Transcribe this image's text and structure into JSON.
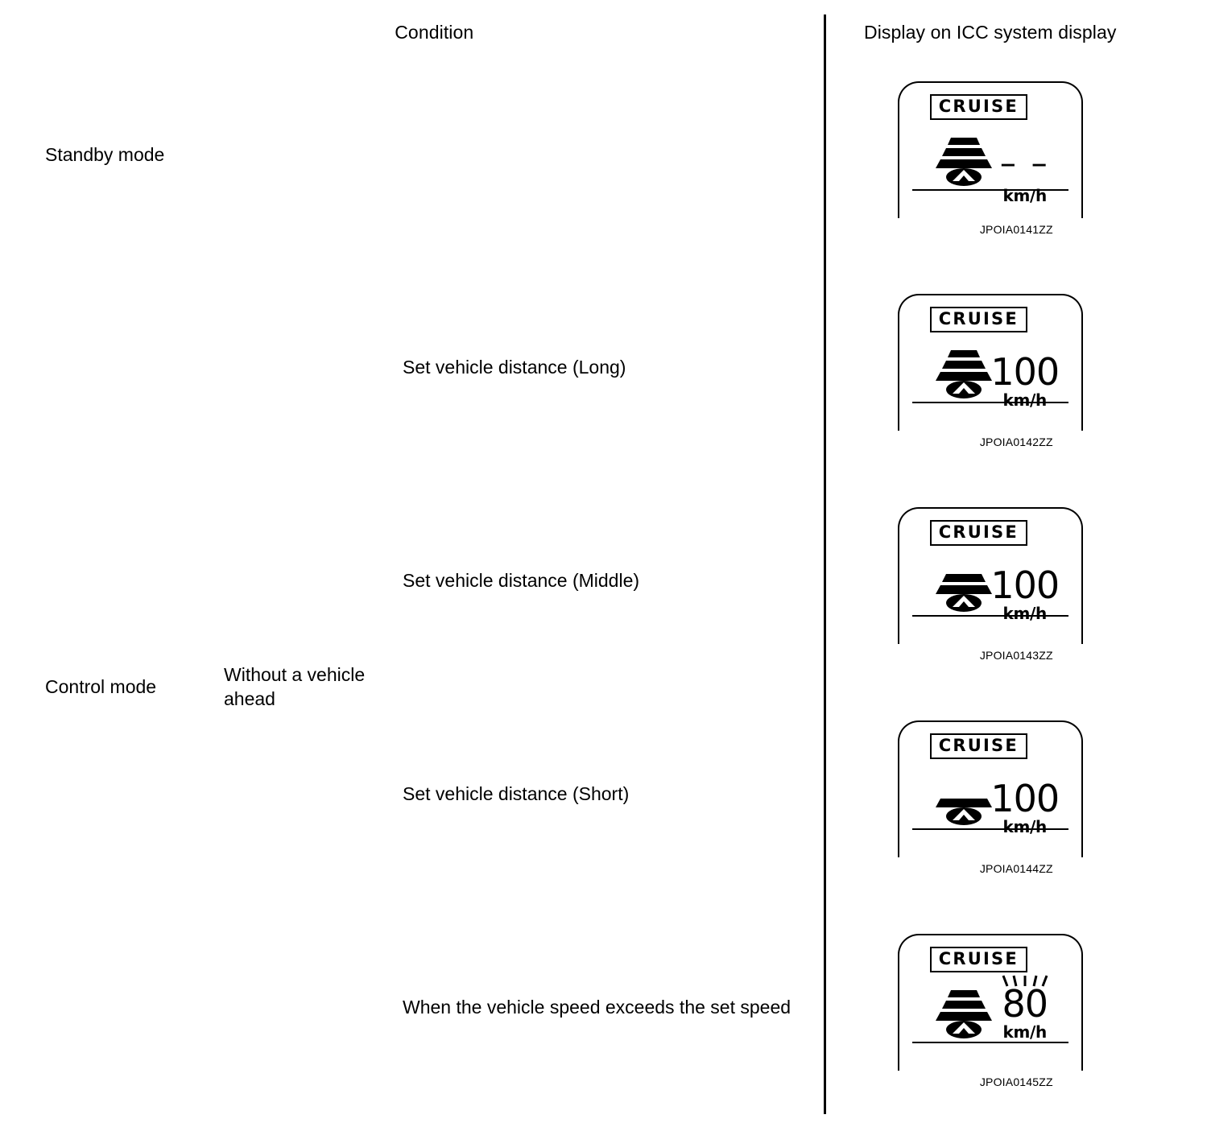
{
  "table": {
    "headers": {
      "condition": "Condition",
      "display": "Display on ICC system display"
    },
    "rows": [
      {
        "mode": "Standby mode",
        "submode": "",
        "condition": "",
        "display": {
          "badge": "CRUISE",
          "speed": "– –",
          "unit": "km/h",
          "bars": 3,
          "blinking": false,
          "figure_code": "JPOIA0141ZZ"
        }
      },
      {
        "mode": "Control mode",
        "submode": "Without a vehicle ahead",
        "condition": "Set vehicle distance (Long)",
        "display": {
          "badge": "CRUISE",
          "speed": "100",
          "unit": "km/h",
          "bars": 3,
          "blinking": false,
          "figure_code": "JPOIA0142ZZ"
        }
      },
      {
        "mode": "",
        "submode": "",
        "condition": "Set vehicle distance (Middle)",
        "display": {
          "badge": "CRUISE",
          "speed": "100",
          "unit": "km/h",
          "bars": 2,
          "blinking": false,
          "figure_code": "JPOIA0143ZZ"
        }
      },
      {
        "mode": "",
        "submode": "",
        "condition": "Set vehicle distance (Short)",
        "display": {
          "badge": "CRUISE",
          "speed": "100",
          "unit": "km/h",
          "bars": 1,
          "blinking": false,
          "figure_code": "JPOIA0144ZZ"
        }
      },
      {
        "mode": "",
        "submode": "",
        "condition": "When the vehicle speed exceeds the set speed",
        "display": {
          "badge": "CRUISE",
          "speed": "80",
          "unit": "km/h",
          "bars": 3,
          "blinking": true,
          "figure_code": "JPOIA0145ZZ"
        }
      }
    ]
  },
  "colors": {
    "ink": "#000000",
    "paper": "#ffffff"
  }
}
